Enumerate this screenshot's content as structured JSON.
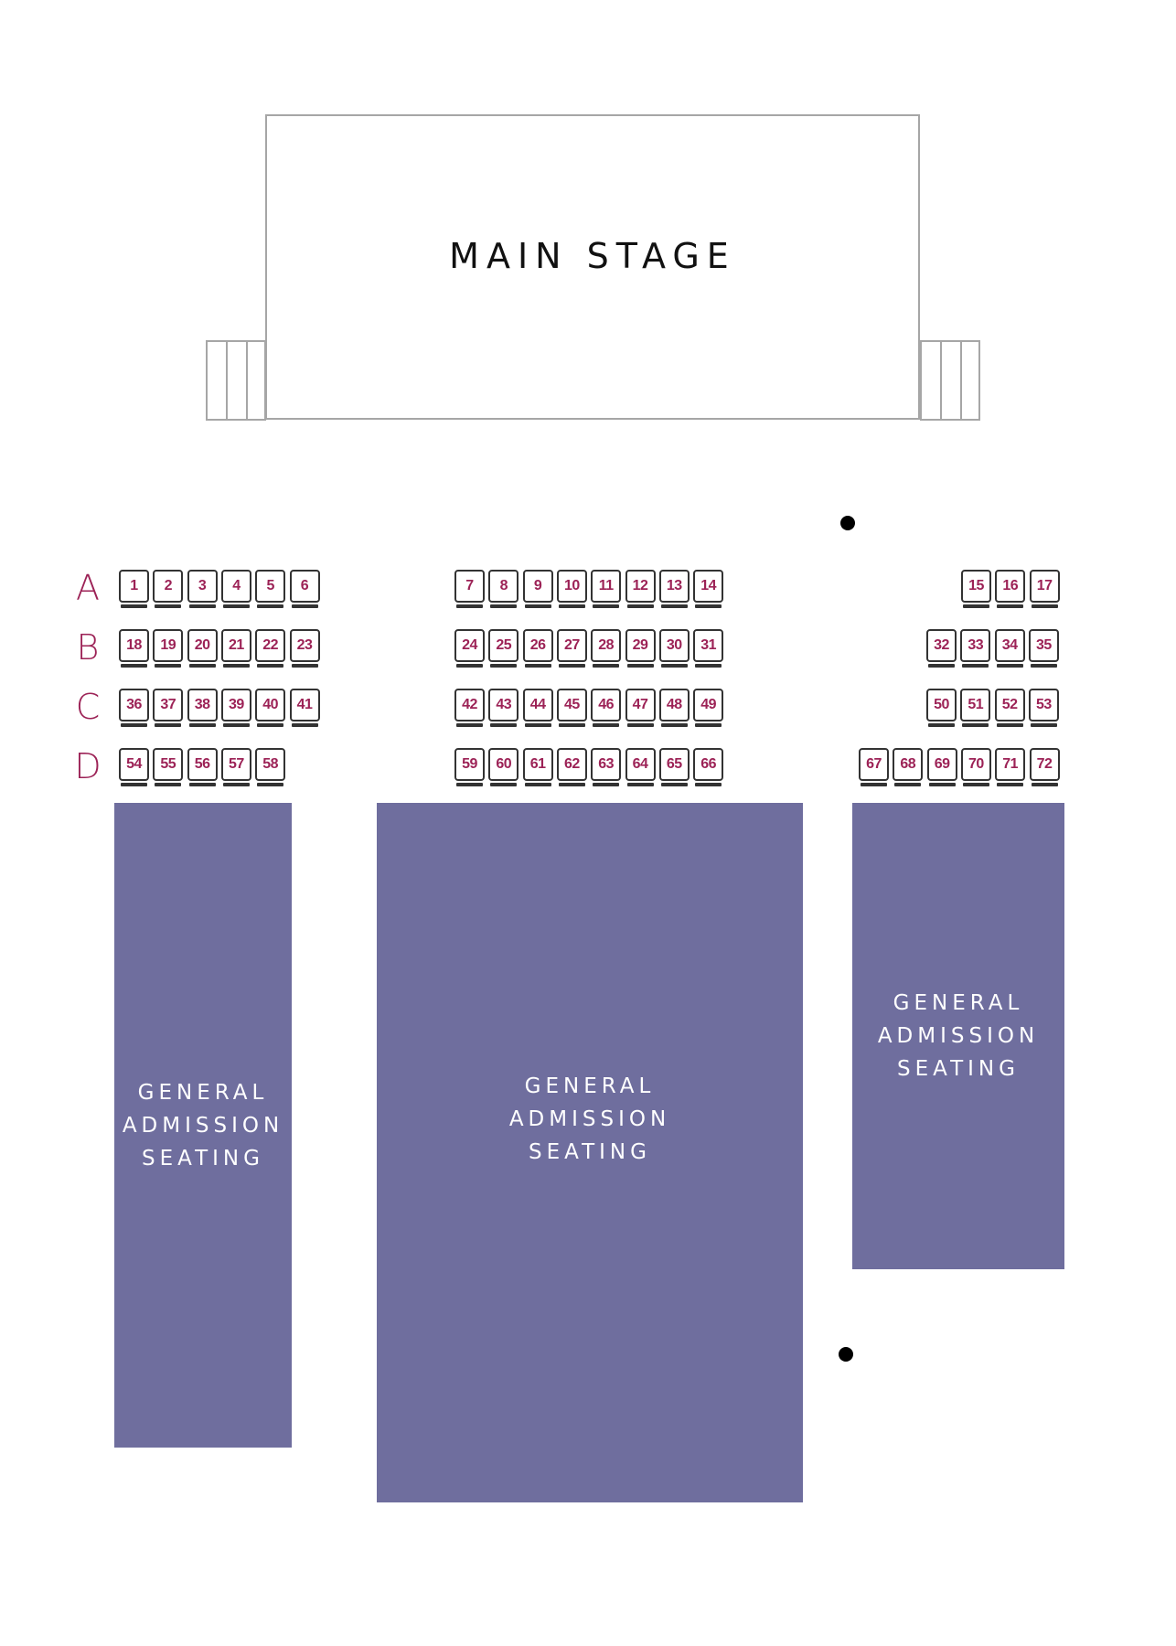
{
  "stage": {
    "title": "MAIN STAGE"
  },
  "rows": [
    {
      "label": "A",
      "blocks": [
        {
          "section": "left",
          "seats": [
            "1",
            "2",
            "3",
            "4",
            "5",
            "6"
          ]
        },
        {
          "section": "center",
          "seats": [
            "7",
            "8",
            "9",
            "10",
            "11",
            "12",
            "13",
            "14"
          ]
        },
        {
          "section": "right",
          "seats": [
            "15",
            "16",
            "17"
          ]
        }
      ]
    },
    {
      "label": "B",
      "blocks": [
        {
          "section": "left",
          "seats": [
            "18",
            "19",
            "20",
            "21",
            "22",
            "23"
          ]
        },
        {
          "section": "center",
          "seats": [
            "24",
            "25",
            "26",
            "27",
            "28",
            "29",
            "30",
            "31"
          ]
        },
        {
          "section": "right",
          "seats": [
            "32",
            "33",
            "34",
            "35"
          ]
        }
      ]
    },
    {
      "label": "C",
      "blocks": [
        {
          "section": "left",
          "seats": [
            "36",
            "37",
            "38",
            "39",
            "40",
            "41"
          ]
        },
        {
          "section": "center",
          "seats": [
            "42",
            "43",
            "44",
            "45",
            "46",
            "47",
            "48",
            "49"
          ]
        },
        {
          "section": "right",
          "seats": [
            "50",
            "51",
            "52",
            "53"
          ]
        }
      ]
    },
    {
      "label": "D",
      "blocks": [
        {
          "section": "left",
          "seats": [
            "54",
            "55",
            "56",
            "57",
            "58"
          ]
        },
        {
          "section": "center",
          "seats": [
            "59",
            "60",
            "61",
            "62",
            "63",
            "64",
            "65",
            "66"
          ]
        },
        {
          "section": "right",
          "seats": [
            "67",
            "68",
            "69",
            "70",
            "71",
            "72"
          ]
        }
      ]
    }
  ],
  "general_admission": [
    {
      "section": "left",
      "lines": [
        "GENERAL",
        "ADMISSION",
        "SEATING"
      ]
    },
    {
      "section": "center",
      "lines": [
        "GENERAL",
        "ADMISSION",
        "SEATING"
      ]
    },
    {
      "section": "right",
      "lines": [
        "GENERAL",
        "ADMISSION",
        "SEATING"
      ]
    }
  ],
  "colors": {
    "seat_number": "#9c2256",
    "row_label": "#9c2256",
    "general_admission_fill": "#6f6e9e",
    "stage_outline": "#a6a6a6"
  }
}
